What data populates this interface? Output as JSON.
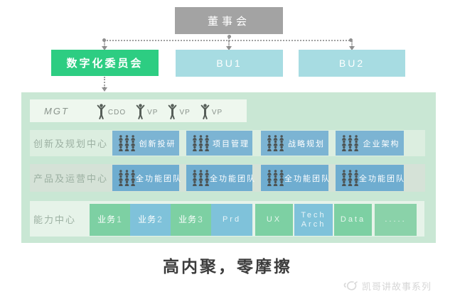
{
  "top": {
    "board": "董事会",
    "committee": "数字化委员会",
    "bu1": "BU1",
    "bu2": "BU2"
  },
  "org": {
    "mgt": {
      "label": "MGT",
      "members": [
        {
          "role": "CDO"
        },
        {
          "role": "VP"
        },
        {
          "role": "VP"
        },
        {
          "role": "VP"
        }
      ]
    },
    "rows": [
      {
        "label": "创新及规划中心",
        "boxes": [
          {
            "label": "创新投研"
          },
          {
            "label": "项目管理"
          },
          {
            "label": "战略规划"
          },
          {
            "label": "企业架构"
          }
        ]
      },
      {
        "label": "产品及运营中心",
        "boxes": [
          {
            "label": "全功能团队"
          },
          {
            "label": "全功能团队"
          },
          {
            "label": "全功能团队"
          },
          {
            "label": "全功能团队"
          }
        ]
      },
      {
        "label": "能力中心",
        "boxes": [
          {
            "text": "业务",
            "num": "1"
          },
          {
            "text": "业务",
            "num": "2"
          },
          {
            "text": "业务",
            "num": "3"
          },
          {
            "label": "Prd"
          },
          {
            "label": "UX"
          },
          {
            "label": "Tech",
            "label2": "Arch"
          },
          {
            "label": "Data"
          },
          {
            "label": "....."
          }
        ]
      }
    ]
  },
  "caption": "高内聚，零摩擦",
  "watermark": "凯哥讲故事系列",
  "colors": {
    "committee_green": "#2dcd82",
    "bu_teal": "#a7dce2",
    "board_gray": "#a3a3a3",
    "panel_green": "#c9e7d4",
    "team_blue_row1": "#7cb4d3",
    "team_blue_row2": "#6fadd0",
    "capability_green": "#7dd0a3",
    "capability_blue": "#7fc2da",
    "connector_gray": "#a0a0a0",
    "caption_dark": "#3c3c3c"
  }
}
